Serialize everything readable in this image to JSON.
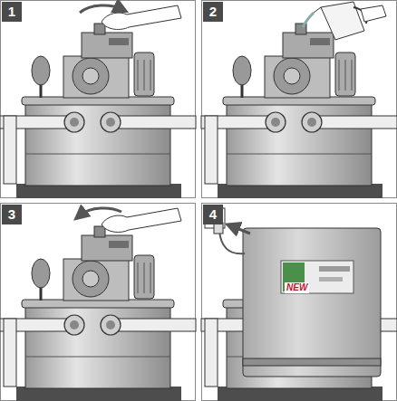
{
  "diagram": {
    "labels": [
      "1",
      "2",
      "3",
      "4",
      "NEW"
    ]
  }
}
